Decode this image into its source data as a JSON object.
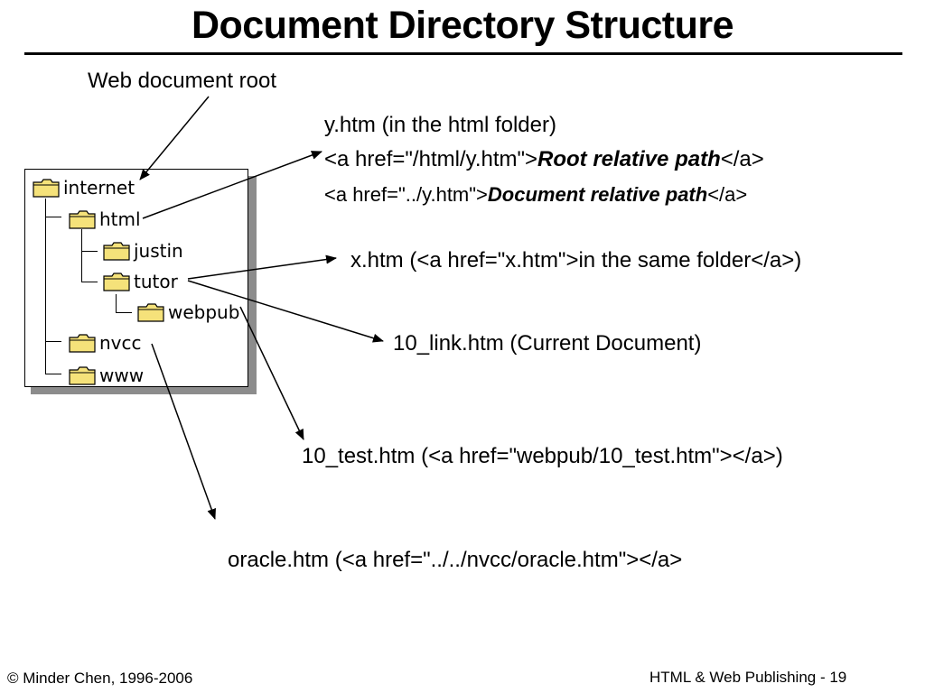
{
  "title": "Document Directory Structure",
  "root_label": "Web document root",
  "tree": {
    "root": "internet",
    "html": "html",
    "justin": "justin",
    "tutor": "tutor",
    "webpub": "webpub",
    "nvcc": "nvcc",
    "www": "www"
  },
  "notes": {
    "y_title": "y.htm  (in the html folder)",
    "y_root_pre": "<a href=\"/html/y.htm\">",
    "y_root_em": "Root relative path",
    "y_root_post": "</a>",
    "y_doc_pre": "<a href=\"../y.htm\">",
    "y_doc_em": "Document relative path",
    "y_doc_post": "</a>",
    "x": "x.htm  (<a href=\"x.htm\">in the same folder</a>)",
    "current": "10_link.htm  (Current Document)",
    "test": "10_test.htm  (<a href=\"webpub/10_test.htm\"></a>)",
    "oracle": "oracle.htm (<a href=\"../../nvcc/oracle.htm\"></a>"
  },
  "footer": {
    "left": "© Minder Chen, 1996-2006",
    "right": "HTML & Web Publishing - 19"
  },
  "colors": {
    "folder_fill": "#f5e27a",
    "panel_shadow": "#8c8c8c"
  },
  "icons": {
    "folder": "folder-icon",
    "arrow": "arrow-icon"
  }
}
